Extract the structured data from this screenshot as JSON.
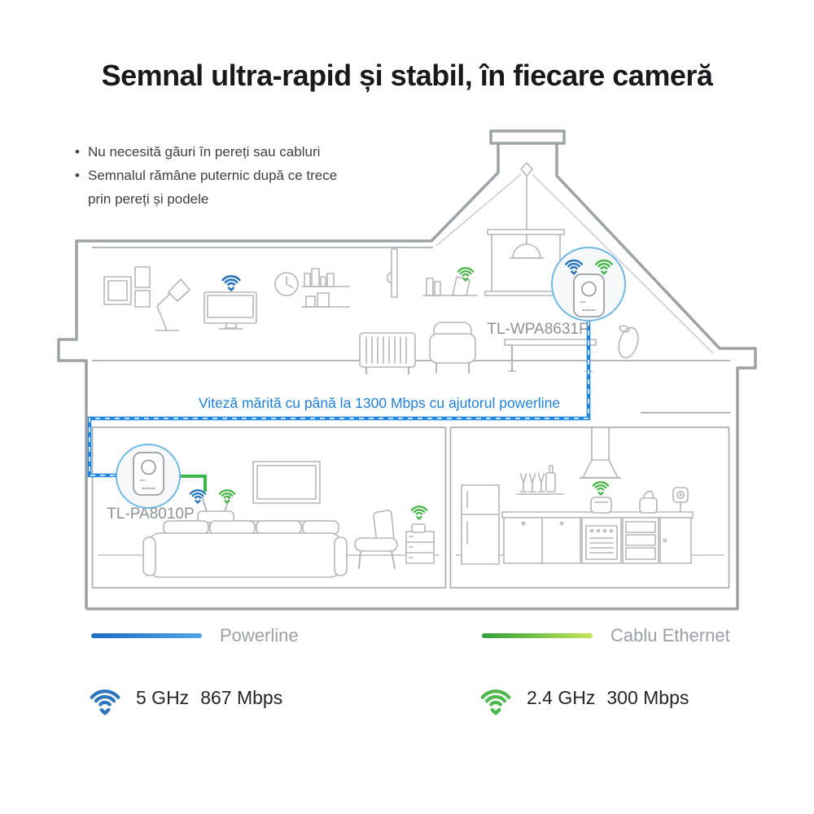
{
  "header": {
    "title": "Semnal ultra-rapid și stabil, în fiecare cameră",
    "bullets": [
      "Nu necesită găuri în pereți sau cabluri",
      "Semnalul rămâne puternic după ce trece prin pereți și podele"
    ]
  },
  "diagram": {
    "note": "Viteză mărită cu până la 1300 Mbps cu ajutorul powerline",
    "extender_label": "TL-WPA8631P",
    "adapter_label": "TL-PA8010P"
  },
  "legend": {
    "powerline": "Powerline",
    "ethernet": "Cablu Ethernet"
  },
  "specs": [
    {
      "band": "5 GHz",
      "speed": "867 Mbps"
    },
    {
      "band": "2.4 GHz",
      "speed": "300 Mbps"
    }
  ],
  "colors": {
    "powerline_blue": "#1e86e0",
    "ethernet_green": "#3db64c",
    "wifi_blue": "#2b76bd",
    "wifi_green": "#4db84c",
    "note_blue": "#1f80d8",
    "wall_gray": "#9da2a6"
  }
}
